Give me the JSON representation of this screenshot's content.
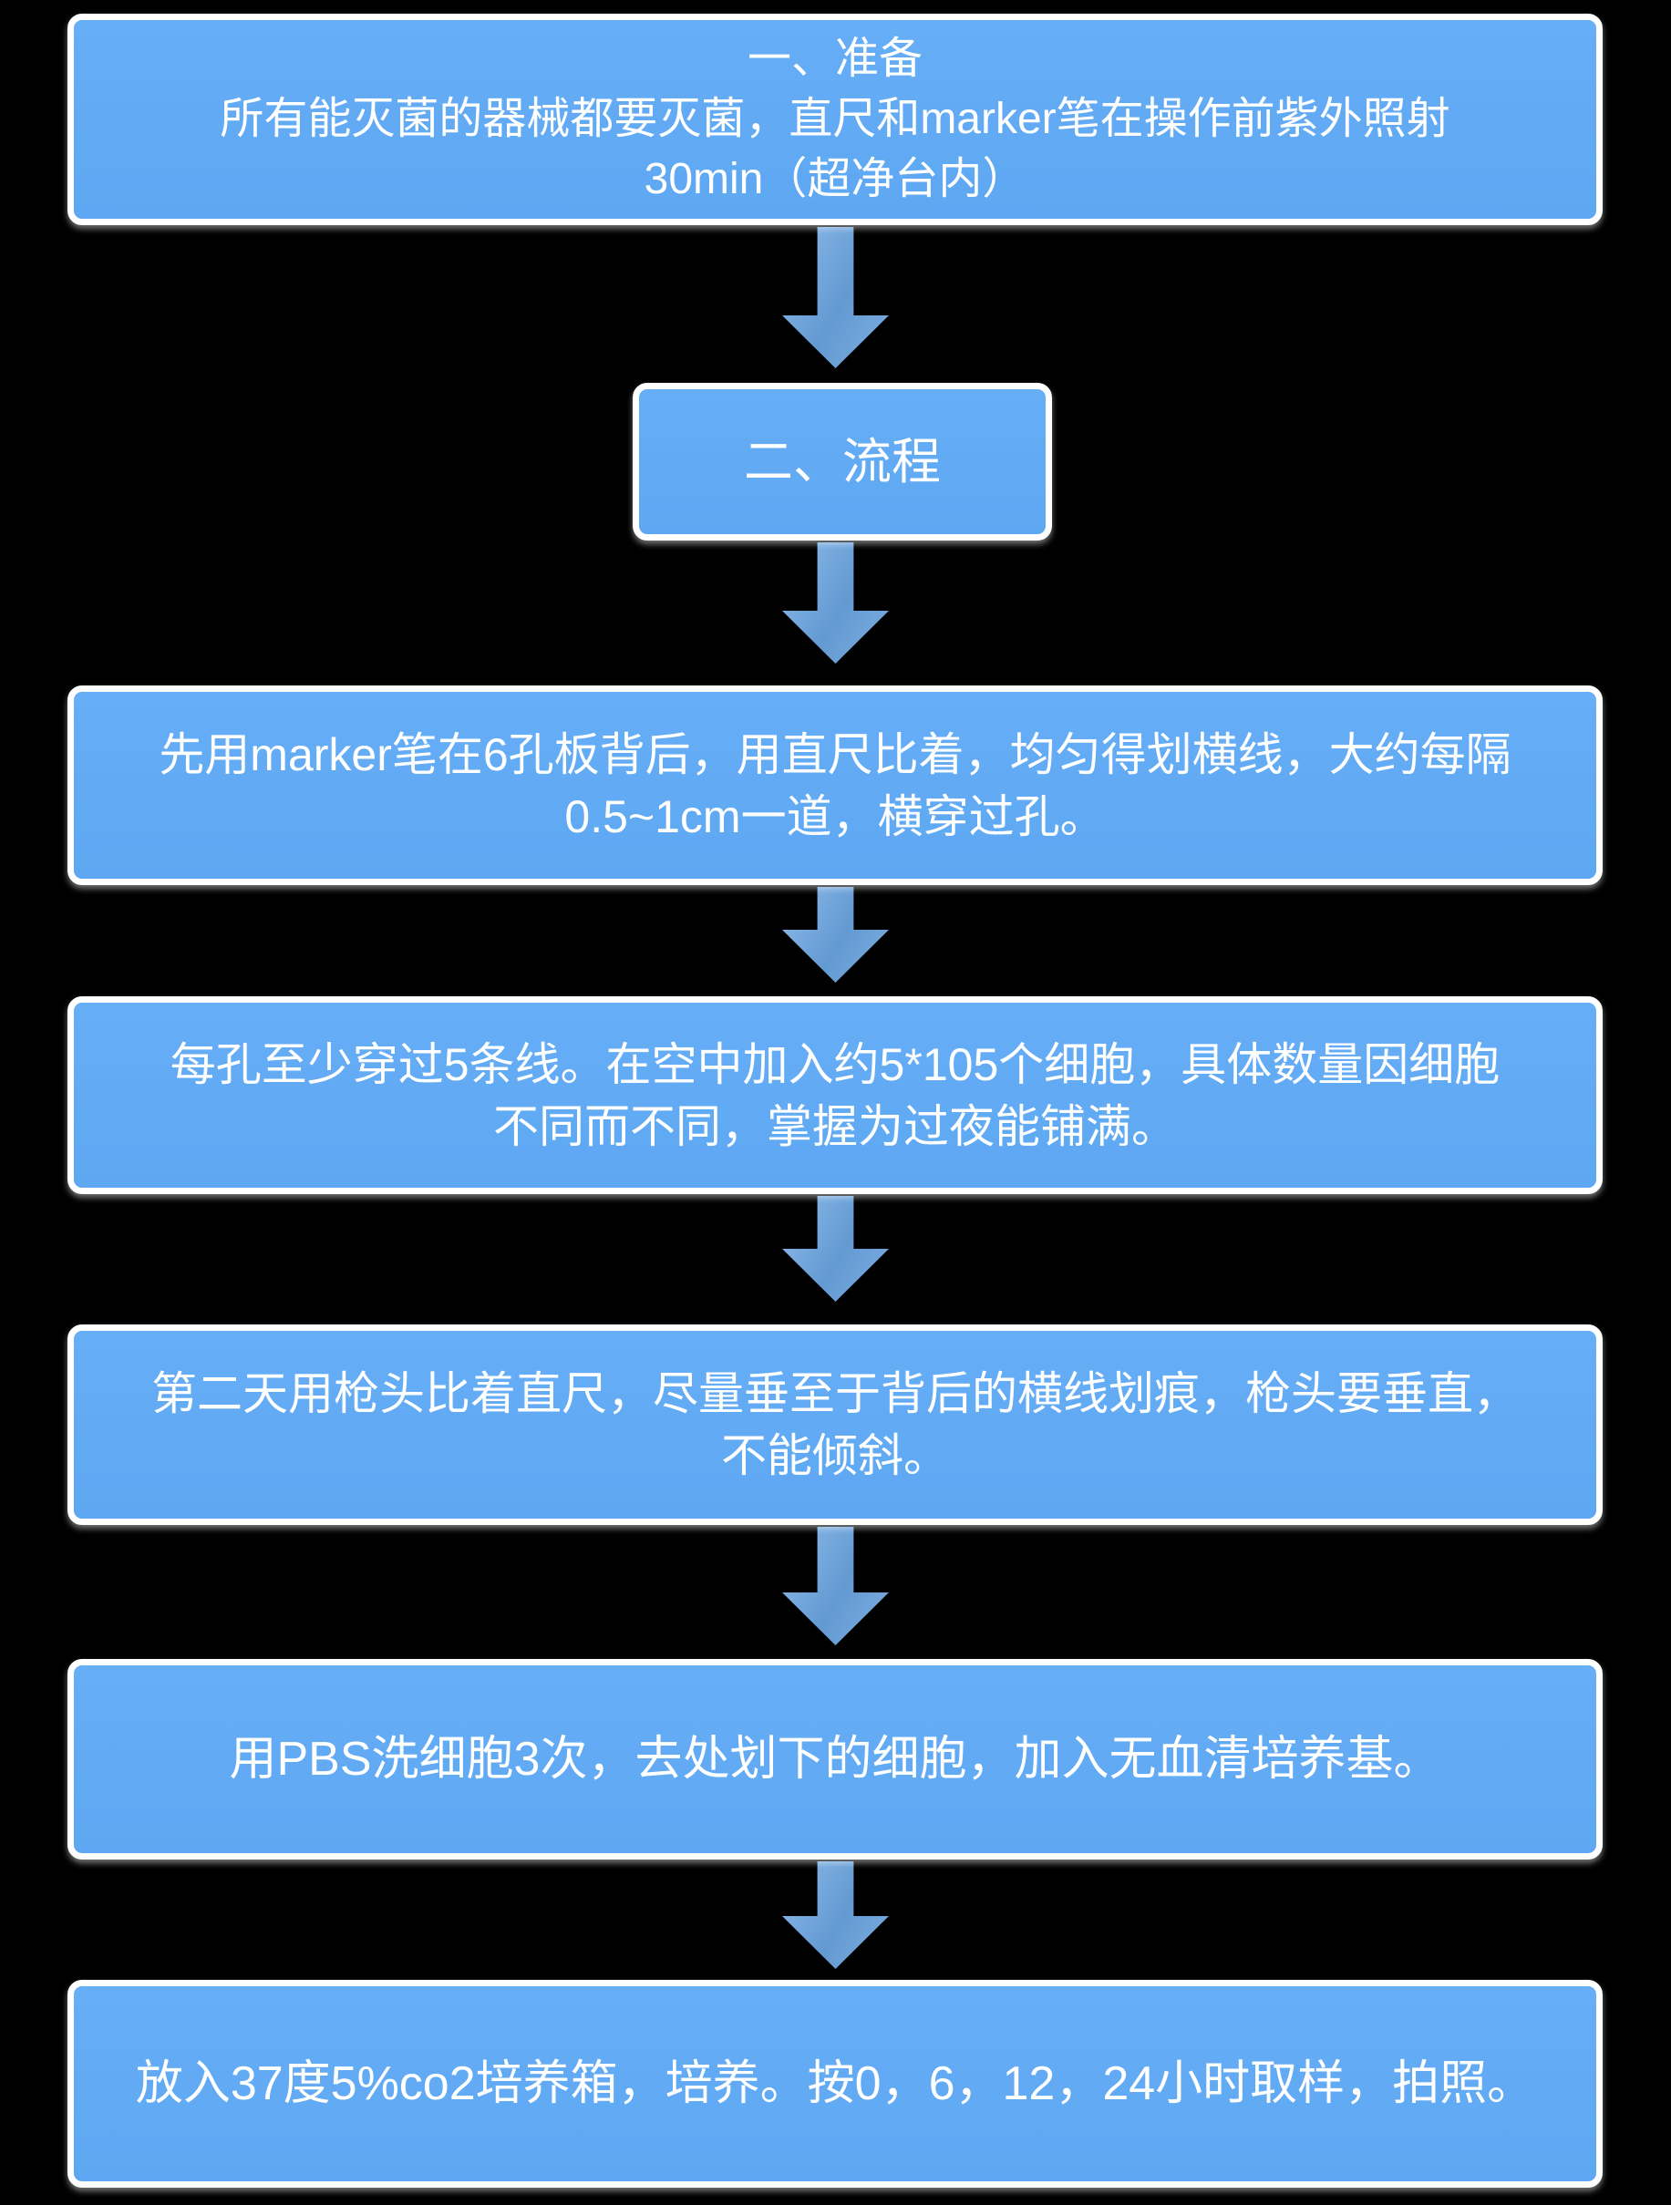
{
  "diagram": {
    "type": "flowchart",
    "direction": "top-down",
    "colors": {
      "background": "#000000",
      "box_fill": "#66aef6",
      "box_border": "#ffffff",
      "text": "#ffffff",
      "arrow_light": "#8fbceb",
      "arrow_dark": "#639ad2"
    },
    "steps": [
      {
        "id": "prepare",
        "lines": [
          "一、准备",
          "所有能灭菌的器械都要灭菌，直尺和marker笔在操作前紫外照射",
          "30min（超净台内）"
        ]
      },
      {
        "id": "process-header",
        "lines": [
          "二、流程"
        ]
      },
      {
        "id": "draw-lines",
        "lines": [
          "先用marker笔在6孔板背后，用直尺比着，均匀得划横线，大约每隔",
          "0.5~1cm一道，横穿过孔。"
        ]
      },
      {
        "id": "seed-cells",
        "lines": [
          "每孔至少穿过5条线。在空中加入约5*105个细胞，具体数量因细胞",
          "不同而不同，掌握为过夜能铺满。"
        ]
      },
      {
        "id": "scratch",
        "lines": [
          "第二天用枪头比着直尺，尽量垂至于背后的横线划痕，枪头要垂直，",
          "不能倾斜。"
        ]
      },
      {
        "id": "wash",
        "lines": [
          "用PBS洗细胞3次，去处划下的细胞，加入无血清培养基。"
        ]
      },
      {
        "id": "incubate",
        "lines": [
          "放入37度5%co2培养箱，培养。按0，6，12，24小时取样，拍照。"
        ]
      }
    ]
  }
}
